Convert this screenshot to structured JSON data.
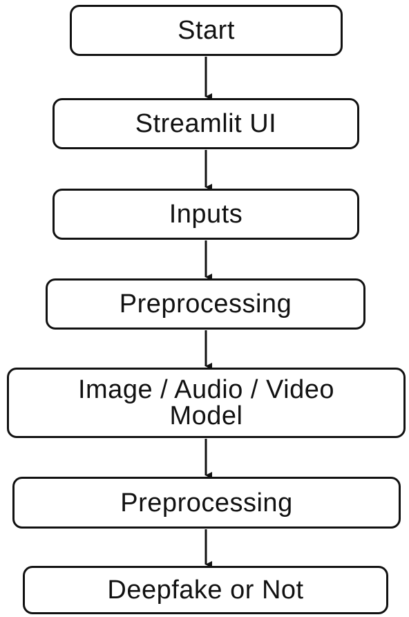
{
  "flowchart": {
    "steps": [
      {
        "label": "Start"
      },
      {
        "label": "Streamlit UI"
      },
      {
        "label": "Inputs"
      },
      {
        "label": "Preprocessing"
      },
      {
        "label_line1": "Image / Audio / Video",
        "label_line2": "Model"
      },
      {
        "label": "Preprocessing"
      },
      {
        "label": "Deepfake or Not"
      }
    ]
  },
  "colors": {
    "stroke": "#111111",
    "fill": "#ffffff",
    "text": "#111111"
  }
}
